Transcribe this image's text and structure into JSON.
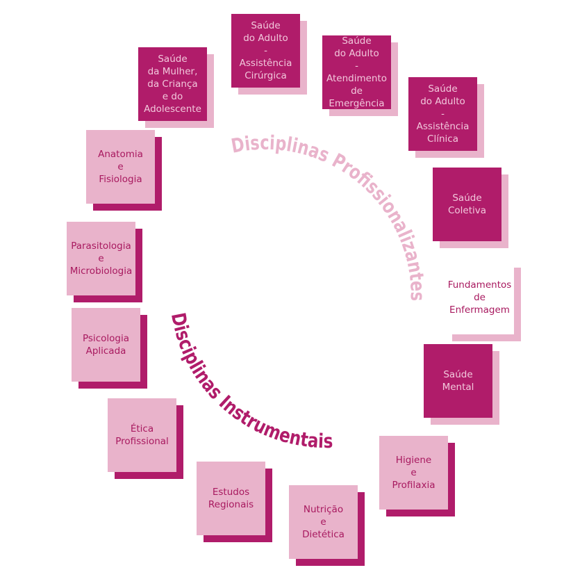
{
  "colors": {
    "dark": "#b01c6a",
    "light": "#e9b3cb"
  },
  "arc_titles": {
    "professional": "Disciplinas Profissionalizantes",
    "instrumental": "Disciplinas Instrumentais"
  },
  "boxes": [
    {
      "style": "dark",
      "lines": [
        "Saúde",
        "do Adulto",
        "-",
        "Assistência",
        "Cirúrgica"
      ]
    },
    {
      "style": "dark",
      "lines": [
        "Saúde",
        "do Adulto",
        "-",
        "Atendimento",
        "de Emergência"
      ]
    },
    {
      "style": "dark",
      "lines": [
        "Saúde",
        "do Adulto",
        "-",
        "Assistência",
        "Clínica"
      ]
    },
    {
      "style": "dark",
      "lines": [
        "Saúde",
        "Coletiva"
      ]
    },
    {
      "style": "white",
      "lines": [
        "Fundamentos",
        "de",
        "Enfermagem"
      ]
    },
    {
      "style": "dark",
      "lines": [
        "Saúde",
        "Mental"
      ]
    },
    {
      "style": "light",
      "lines": [
        "Higiene",
        "e",
        "Profilaxia"
      ]
    },
    {
      "style": "light",
      "lines": [
        "Nutrição",
        "e",
        "Dietética"
      ]
    },
    {
      "style": "light",
      "lines": [
        "Estudos",
        "Regionais"
      ]
    },
    {
      "style": "light",
      "lines": [
        "Ética",
        "Profissional"
      ]
    },
    {
      "style": "light",
      "lines": [
        "Psicologia",
        "Aplicada"
      ]
    },
    {
      "style": "light",
      "lines": [
        "Parasitologia",
        "e",
        "Microbiologia"
      ]
    },
    {
      "style": "light",
      "lines": [
        "Anatomia",
        "e",
        "Fisiologia"
      ]
    },
    {
      "style": "dark",
      "lines": [
        "Saúde",
        "da Mulher,",
        "da Criança",
        "e do",
        "Adolescente"
      ]
    }
  ]
}
